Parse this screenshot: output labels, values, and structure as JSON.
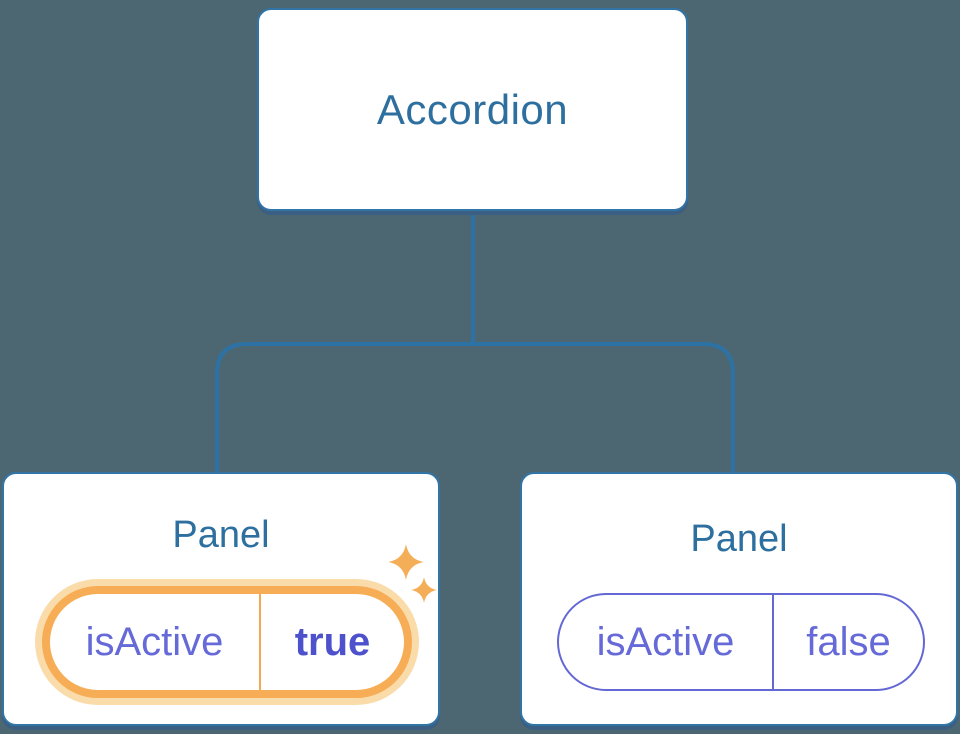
{
  "diagram": {
    "root": {
      "title": "Accordion"
    },
    "panels": [
      {
        "title": "Panel",
        "state_key": "isActive",
        "state_value": "true",
        "highlighted": true
      },
      {
        "title": "Panel",
        "state_key": "isActive",
        "state_value": "false",
        "highlighted": false
      }
    ]
  },
  "icons": {
    "sparkle_large": "sparkle-icon",
    "sparkle_small": "sparkle-icon"
  },
  "colors": {
    "background": "#4c6771",
    "node_fill": "#ffffff",
    "node_border": "#3174a6",
    "node_shadow": "#3a5f83",
    "node_title_text": "#2d6f9e",
    "connector_line": "#2d72a5",
    "highlight_ring": "#f6ad55",
    "highlight_halo": "#fadcab",
    "highlight_divider": "#f2a84e",
    "sparkle": "#f3ae57",
    "state_key_text": "#656ad8",
    "state_value_active_text": "#4d52cc",
    "pill_border": "#6468d4"
  }
}
